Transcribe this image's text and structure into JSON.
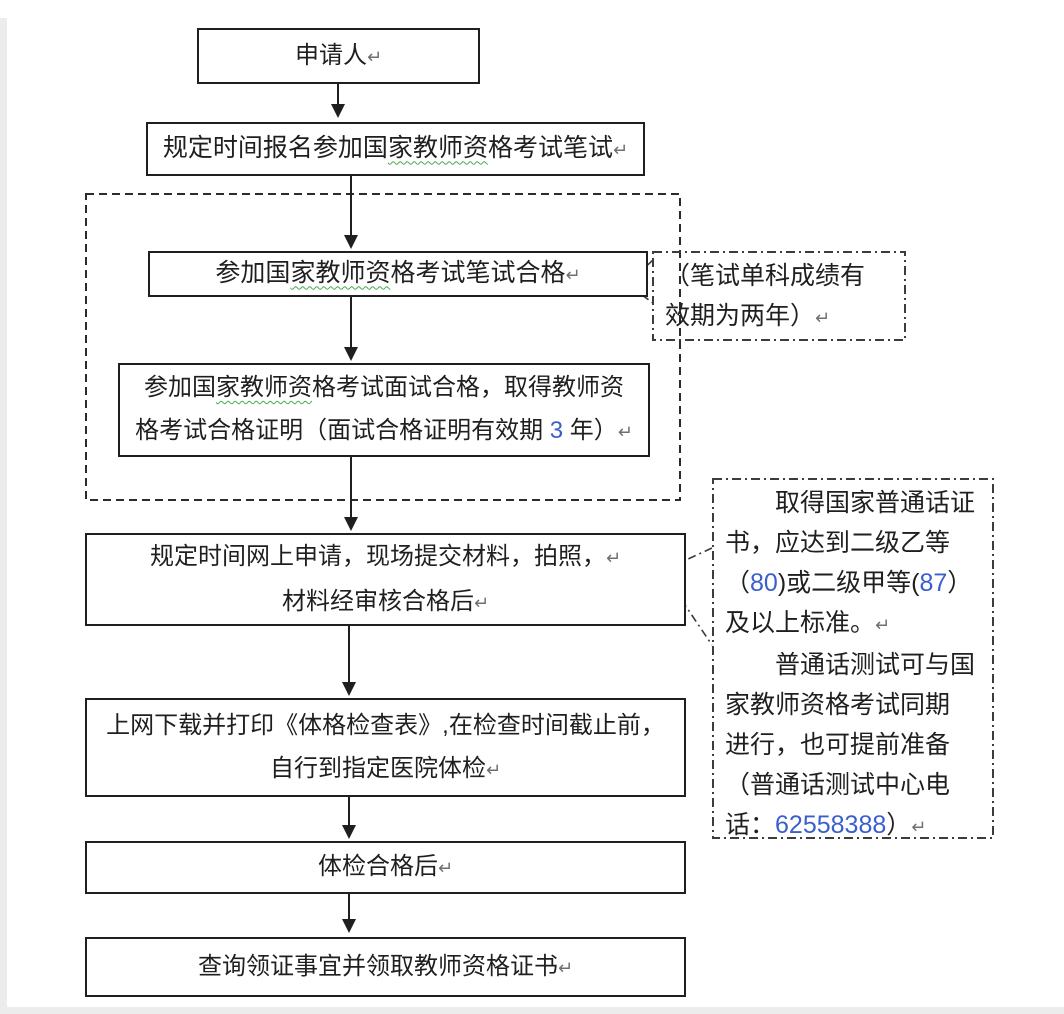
{
  "colors": {
    "text": "#1f1f1f",
    "box_border": "#1f1f1f",
    "dashed_border": "#2b2b2b",
    "callout_border": "#3c3c3c",
    "arrow": "#1f1f1f",
    "blue_text": "#3a5fcd",
    "squiggle": "#44ab4a",
    "mark": "#6f6f6f",
    "bg": "#ffffff"
  },
  "flow": {
    "applicant": {
      "lines": [
        [
          {
            "t": "申请人"
          },
          {
            "t": "↵",
            "s": "mark"
          }
        ]
      ]
    },
    "register_written": {
      "lines": [
        [
          {
            "t": "规定时间报名参加国"
          },
          {
            "t": "家教师资",
            "s": "squig"
          },
          {
            "t": "格考试笔试"
          },
          {
            "t": "↵",
            "s": "mark"
          }
        ]
      ]
    },
    "written_pass": {
      "lines": [
        [
          {
            "t": "参加国"
          },
          {
            "t": "家教师资",
            "s": "squig"
          },
          {
            "t": "格考试笔试合格"
          },
          {
            "t": "↵",
            "s": "mark"
          }
        ]
      ]
    },
    "interview_pass": {
      "lines": [
        [
          {
            "t": "参加国"
          },
          {
            "t": "家教师资",
            "s": "squig"
          },
          {
            "t": "格考试面试合格，取得教师资"
          }
        ],
        [
          {
            "t": "格考试合格证明（面试合格证明有效期 "
          },
          {
            "t": "3",
            "s": "blue"
          },
          {
            "t": " 年）"
          },
          {
            "t": "↵",
            "s": "mark"
          }
        ]
      ]
    },
    "online_apply": {
      "lines": [
        [
          {
            "t": "规定时间网上申请，现场提交材料，拍照，"
          },
          {
            "t": "↵",
            "s": "mark"
          }
        ],
        [
          {
            "t": "材料经审核合格后"
          },
          {
            "t": "↵",
            "s": "mark"
          }
        ]
      ]
    },
    "physical_exam": {
      "lines": [
        [
          {
            "t": "上网下载并打印《体格检查表》,在检查时间截止前，"
          }
        ],
        [
          {
            "t": "自行到指定医院体检"
          },
          {
            "t": "↵",
            "s": "mark"
          }
        ]
      ]
    },
    "physical_pass": {
      "lines": [
        [
          {
            "t": "体检合格后"
          },
          {
            "t": "↵",
            "s": "mark"
          }
        ]
      ]
    },
    "receive_certificate": {
      "lines": [
        [
          {
            "t": "查询领证事宜并领取教师资格证书"
          },
          {
            "t": "↵",
            "s": "mark"
          }
        ]
      ]
    }
  },
  "callouts": {
    "written_validity": {
      "lines": [
        [
          {
            "t": "（笔试单科成绩有"
          }
        ],
        [
          {
            "t": "效期为两年）"
          },
          {
            "t": "↵",
            "s": "mark"
          }
        ]
      ]
    },
    "mandarin_note": {
      "lines": [
        [
          {
            "t": "　　取得国家普通话证"
          }
        ],
        [
          {
            "t": "书，应达到二级乙等"
          }
        ],
        [
          {
            "t": "（"
          },
          {
            "t": "80",
            "s": "blue"
          },
          {
            "t": ")或二级甲等("
          },
          {
            "t": "87",
            "s": "blue"
          },
          {
            "t": "）"
          }
        ],
        [
          {
            "t": "及以上标准。"
          },
          {
            "t": "↵",
            "s": "mark"
          }
        ],
        [
          {
            "t": "　　普通话测试可与国"
          }
        ],
        [
          {
            "t": "家教师资格考试同期"
          }
        ],
        [
          {
            "t": "进行，也可提前准备"
          }
        ],
        [
          {
            "t": "（普通话测试中心电"
          }
        ],
        [
          {
            "t": "话："
          },
          {
            "t": "62558388",
            "s": "blue"
          },
          {
            "t": "）"
          },
          {
            "t": "↵",
            "s": "mark"
          }
        ]
      ]
    }
  }
}
